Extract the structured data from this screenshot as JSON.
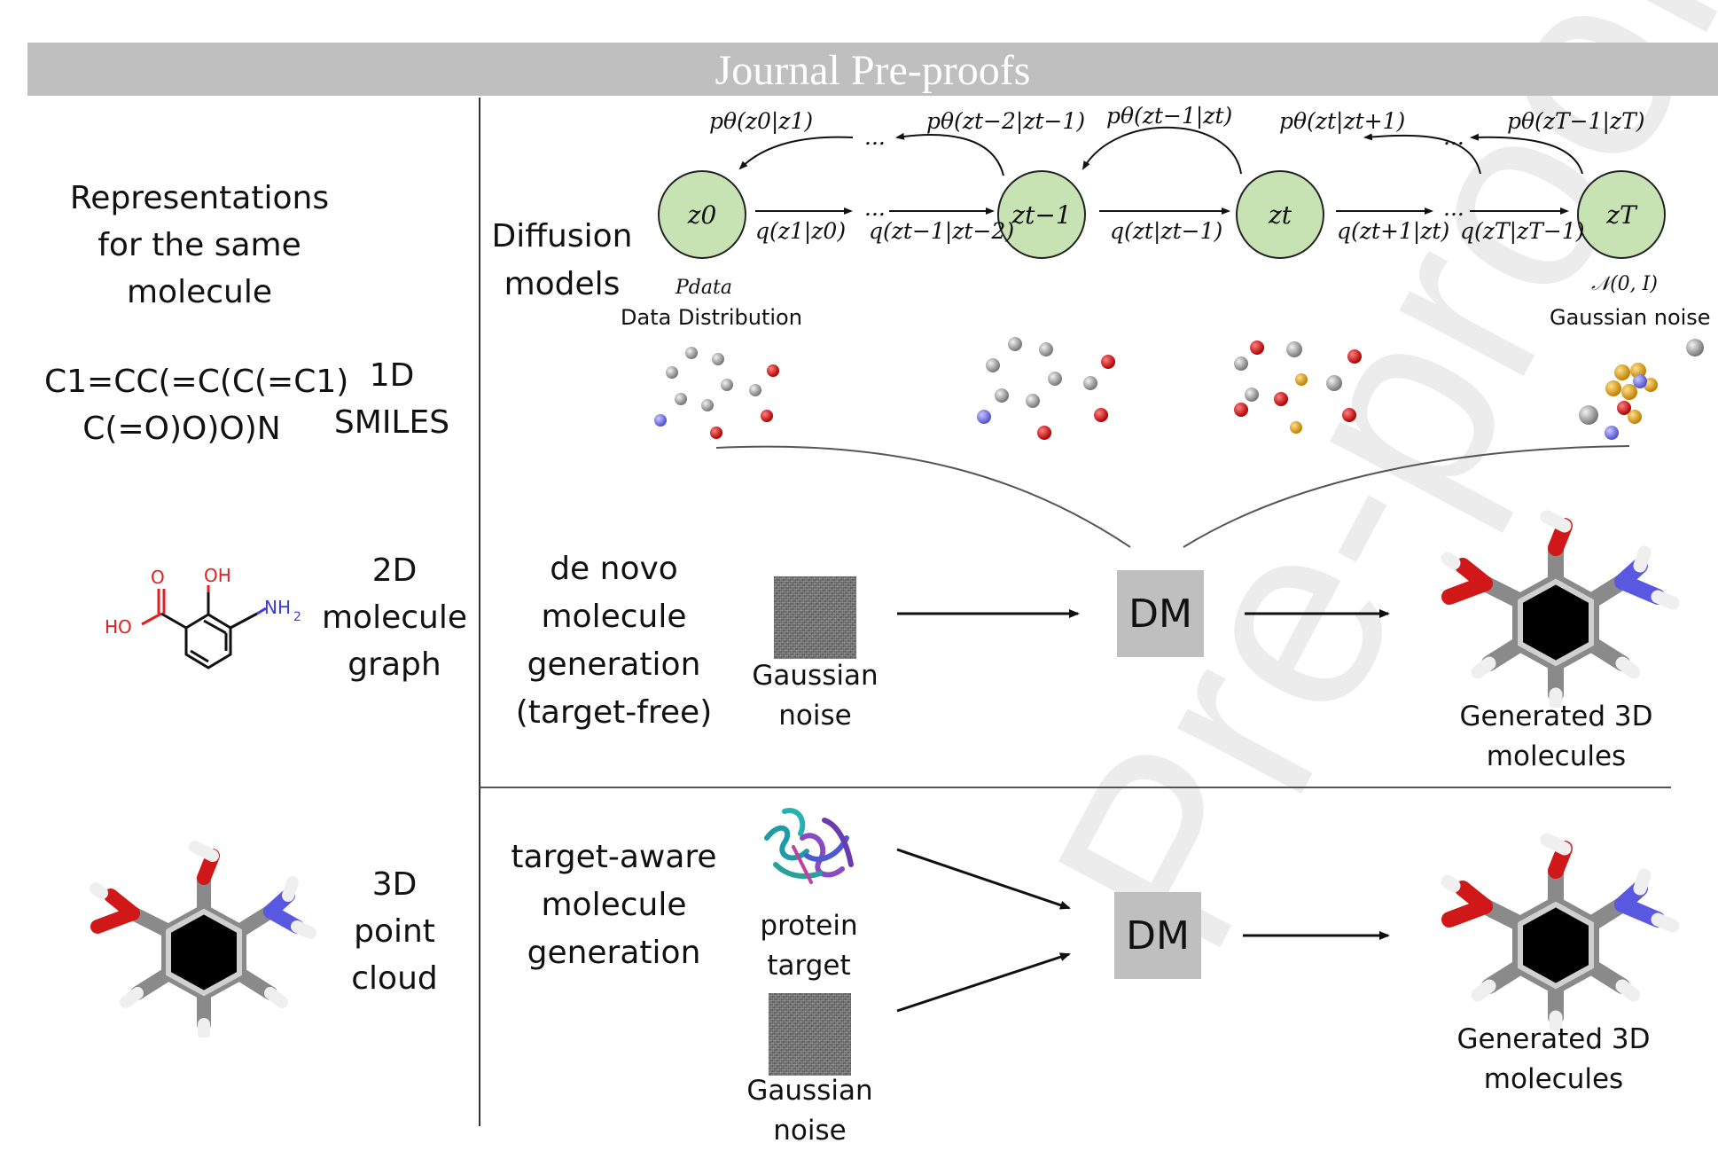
{
  "header": {
    "banner_text": "Journal Pre-proofs"
  },
  "watermark": {
    "text": "Pre-proofs"
  },
  "left_panel": {
    "title_lines": [
      "Representations",
      "for the same",
      "molecule"
    ],
    "smiles_lines": [
      "C1=CC(=C(C(=C1)",
      "C(=O)O)O)N"
    ],
    "label_1d": [
      "1D",
      "SMILES"
    ],
    "label_2d": [
      "2D",
      "molecule",
      "graph"
    ],
    "label_3d": [
      "3D",
      "point",
      "cloud"
    ],
    "graph_atoms": {
      "carbonyl_o": "O",
      "hydroxyl": "OH",
      "acid_ho": "HO",
      "amine": "NH",
      "amine_sub": "2"
    }
  },
  "diffusion": {
    "title_lines": [
      "Diffusion",
      "models"
    ],
    "nodes": {
      "z0": "z0",
      "zt_minus_1": "zt−1",
      "zt": "zt",
      "zT": "zT"
    },
    "reverse_labels": [
      "pθ(z0|z1)",
      "pθ(zt−2|zt−1)",
      "pθ(zt−1|zt)",
      "pθ(zt|zt+1)",
      "pθ(zT−1|zT)"
    ],
    "forward_labels": [
      "q(z1|z0)",
      "q(zt−1|zt−2)",
      "q(zt|zt−1)",
      "q(zt+1|zt)",
      "q(zT|zT−1)"
    ],
    "ellipsis": "...",
    "p_data": "Pdata",
    "data_distribution": "Data Distribution",
    "normal": "𝒩(0, I)",
    "gaussian_noise_label": "Gaussian noise"
  },
  "denovo": {
    "title_lines": [
      "de novo",
      "molecule",
      "generation",
      "(target-free)"
    ],
    "noise_caption": [
      "Gaussian",
      "noise"
    ],
    "dm_label": "DM",
    "output_caption": [
      "Generated 3D",
      "molecules"
    ]
  },
  "target_aware": {
    "title_lines": [
      "target-aware",
      "molecule",
      "generation"
    ],
    "protein_caption": [
      "protein",
      "target"
    ],
    "noise_caption": [
      "Gaussian",
      "noise"
    ],
    "dm_label": "DM",
    "output_caption": [
      "Generated 3D",
      "molecules"
    ]
  }
}
